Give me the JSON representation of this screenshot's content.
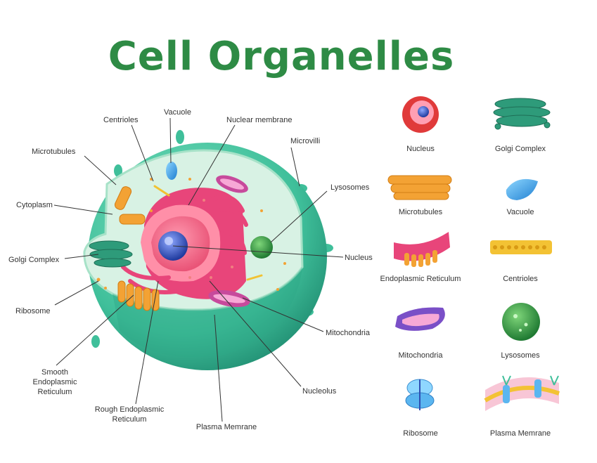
{
  "title": "Cell Organelles",
  "colors": {
    "title": "#2e8b45",
    "membrane": "#3fbf9a",
    "cytoplasm": "#d8f2e4",
    "nucleus": "#e94b6e",
    "nucleolus": "#2f4fb4",
    "golgi": "#2e9b7a",
    "er": "#e8457a",
    "microtubule": "#f3a234",
    "mitochondria": "#c74a9c"
  },
  "diagram_labels": {
    "centrioles": "Centrioles",
    "vacuole": "Vacuole",
    "nuclear_membrane": "Nuclear membrane",
    "microvilli": "Microvilli",
    "microtubules": "Microtubules",
    "cytoplasm": "Cytoplasm",
    "lysosomes": "Lysosomes",
    "golgi_complex": "Golgi Complex",
    "nucleus": "Nucleus",
    "ribosome": "Ribosome",
    "mitochondria": "Mitochondria",
    "smooth_er_1": "Smooth",
    "smooth_er_2": "Endoplasmic",
    "smooth_er_3": "Reticulum",
    "nucleolus": "Nucleolus",
    "rough_er_1": "Rough Endoplasmic",
    "rough_er_2": "Reticulum",
    "plasma_membrane": "Plasma Memrane"
  },
  "legend": [
    {
      "name": "Nucleus",
      "icon": "nucleus-icon"
    },
    {
      "name": "Golgi Complex",
      "icon": "golgi-icon"
    },
    {
      "name": "Microtubules",
      "icon": "microtubules-icon"
    },
    {
      "name": "Vacuole",
      "icon": "vacuole-icon"
    },
    {
      "name": "Endoplasmic Reticulum",
      "icon": "er-icon"
    },
    {
      "name": "Centrioles",
      "icon": "centrioles-icon"
    },
    {
      "name": "Mitochondria",
      "icon": "mitochondria-icon"
    },
    {
      "name": "Lysosomes",
      "icon": "lysosome-icon"
    },
    {
      "name": "Ribosome",
      "icon": "ribosome-icon"
    },
    {
      "name": "Plasma Memrane",
      "icon": "plasma-membrane-icon"
    }
  ]
}
